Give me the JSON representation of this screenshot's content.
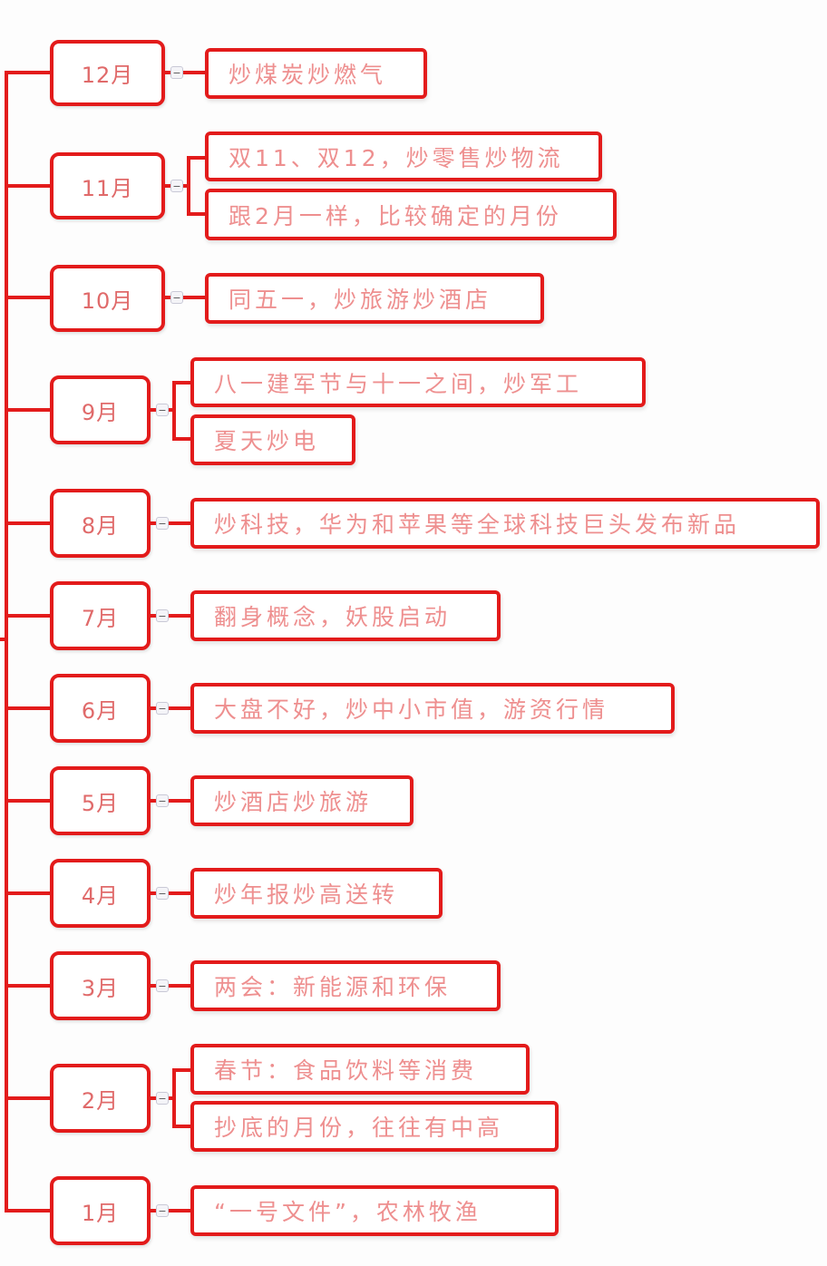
{
  "theme": {
    "line_color": "#e31b1b",
    "month_text_color": "#e06a6a",
    "topic_text_color": "#ee8f8f"
  },
  "collapse_glyph": "−",
  "months": [
    {
      "label": "12月",
      "topics": [
        "炒煤炭炒燃气"
      ]
    },
    {
      "label": "11月",
      "topics": [
        "双11、双12，炒零售炒物流",
        "跟2月一样，比较确定的月份"
      ]
    },
    {
      "label": "10月",
      "topics": [
        "同五一，炒旅游炒酒店"
      ]
    },
    {
      "label": "9月",
      "topics": [
        "八一建军节与十一之间，炒军工",
        "夏天炒电"
      ]
    },
    {
      "label": "8月",
      "topics": [
        "炒科技，华为和苹果等全球科技巨头发布新品"
      ]
    },
    {
      "label": "7月",
      "topics": [
        "翻身概念，妖股启动"
      ]
    },
    {
      "label": "6月",
      "topics": [
        "大盘不好，炒中小市值，游资行情"
      ]
    },
    {
      "label": "5月",
      "topics": [
        "炒酒店炒旅游"
      ]
    },
    {
      "label": "4月",
      "topics": [
        "炒年报炒高送转"
      ]
    },
    {
      "label": "3月",
      "topics": [
        "两会：新能源和环保"
      ]
    },
    {
      "label": "2月",
      "topics": [
        "春节：食品饮料等消费",
        "抄底的月份，往往有中高"
      ]
    },
    {
      "label": "1月",
      "topics": [
        "“一号文件”，农林牧渔"
      ]
    }
  ]
}
